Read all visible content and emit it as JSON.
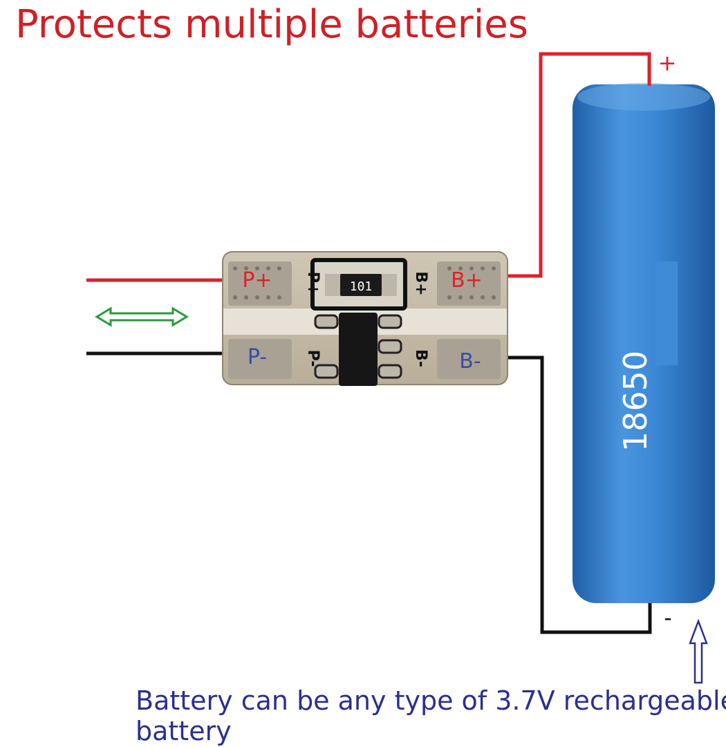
{
  "title": "Protects multiple batteries",
  "caption": {
    "line1": "Battery can be any type of 3.7V rechargeable",
    "line2": "battery"
  },
  "board": {
    "pad_p_plus": "P+",
    "pad_p_minus": "P-",
    "pad_b_plus": "B+",
    "pad_b_minus": "B-",
    "resistor_code": "101",
    "silk_p_plus_left": "P+",
    "silk_p_minus_left": "P-",
    "silk_b_plus_right": "B+",
    "silk_b_minus_right": "B-"
  },
  "battery": {
    "label": "18650",
    "terminal_plus": "+",
    "terminal_minus": "-"
  },
  "colors": {
    "title": "#d11f26",
    "caption": "#2b2f8f",
    "wire_positive": "#e0202a",
    "wire_negative": "#111111",
    "battery_body": "#2f7fcf",
    "double_arrow": "#2a9a3a",
    "pad_label": "#3a4aa8",
    "pad_label_red": "#e0202a"
  }
}
